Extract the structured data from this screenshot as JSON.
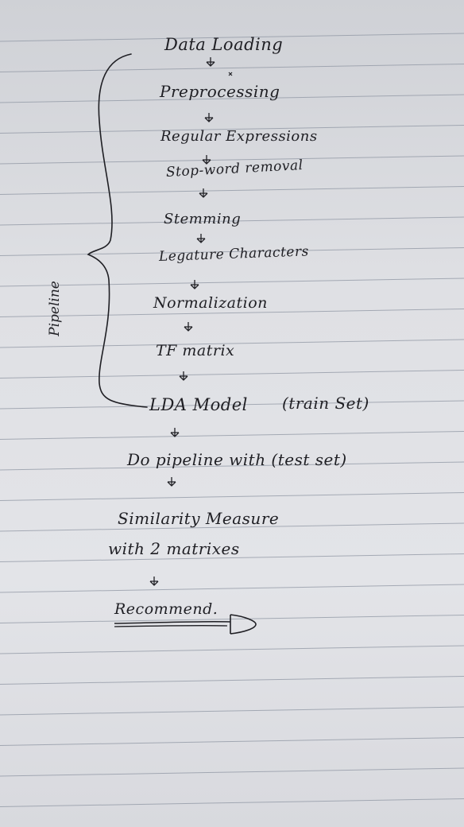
{
  "steps": [
    "Data Loading",
    "Preprocessing",
    "Regular Expressions",
    "Stop-word removal",
    "Stemming",
    "Legature Characters",
    "Normalization",
    "TF matrix",
    "LDA Model",
    "(train Set)",
    "Do pipeline with (test set)",
    "Similarity Measure",
    "with 2 matrixes",
    "Recommend."
  ],
  "brace_label": "Pipeline",
  "paper": {
    "color": "#e0e1e5",
    "rule_color": "#8f96a3",
    "ink_color": "#1f1f24"
  }
}
